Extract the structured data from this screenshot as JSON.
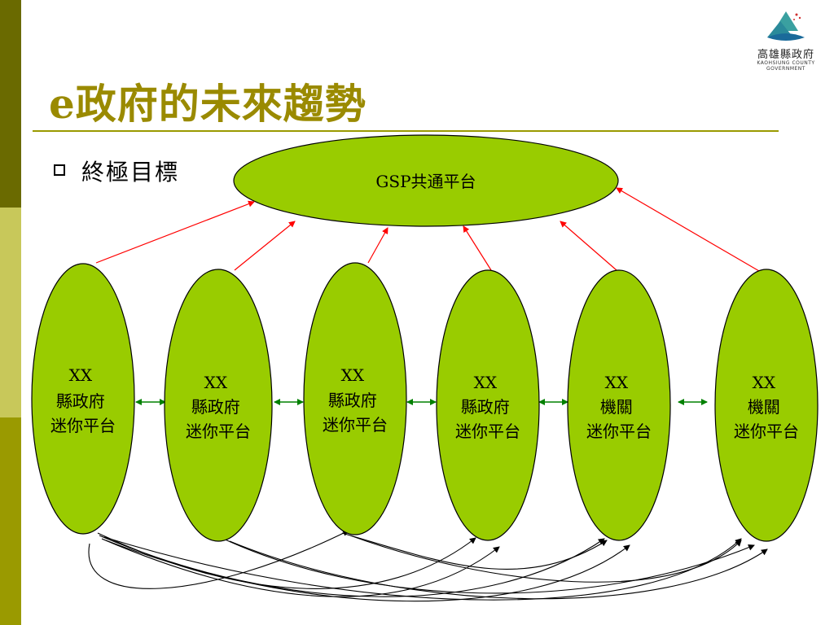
{
  "slide": {
    "title": "e政府的未來趨勢",
    "bullet": "終極目標"
  },
  "logo": {
    "name": "高雄縣政府",
    "subtitle": "KAOHSIUNG COUNTY GOVERNMENT"
  },
  "diagram": {
    "hub": {
      "label": "GSP共通平台"
    },
    "nodes": [
      {
        "lines": [
          "XX",
          "縣政府",
          "迷你平台"
        ]
      },
      {
        "lines": [
          "XX",
          "縣政府",
          "迷你平台"
        ]
      },
      {
        "lines": [
          "XX",
          "縣政府",
          "迷你平台"
        ]
      },
      {
        "lines": [
          "XX",
          "縣政府",
          "迷你平台"
        ]
      },
      {
        "lines": [
          "XX",
          "機關",
          "迷你平台"
        ]
      },
      {
        "lines": [
          "XX",
          "機關",
          "迷你平台"
        ]
      }
    ]
  },
  "colors": {
    "node_fill": "#99cc00",
    "up_arrow": "#ff0000",
    "link_arrow": "#008000",
    "title": "#9a8a00",
    "sidebar": [
      "#6a6a00",
      "#c8c85a",
      "#9a9a00"
    ]
  }
}
